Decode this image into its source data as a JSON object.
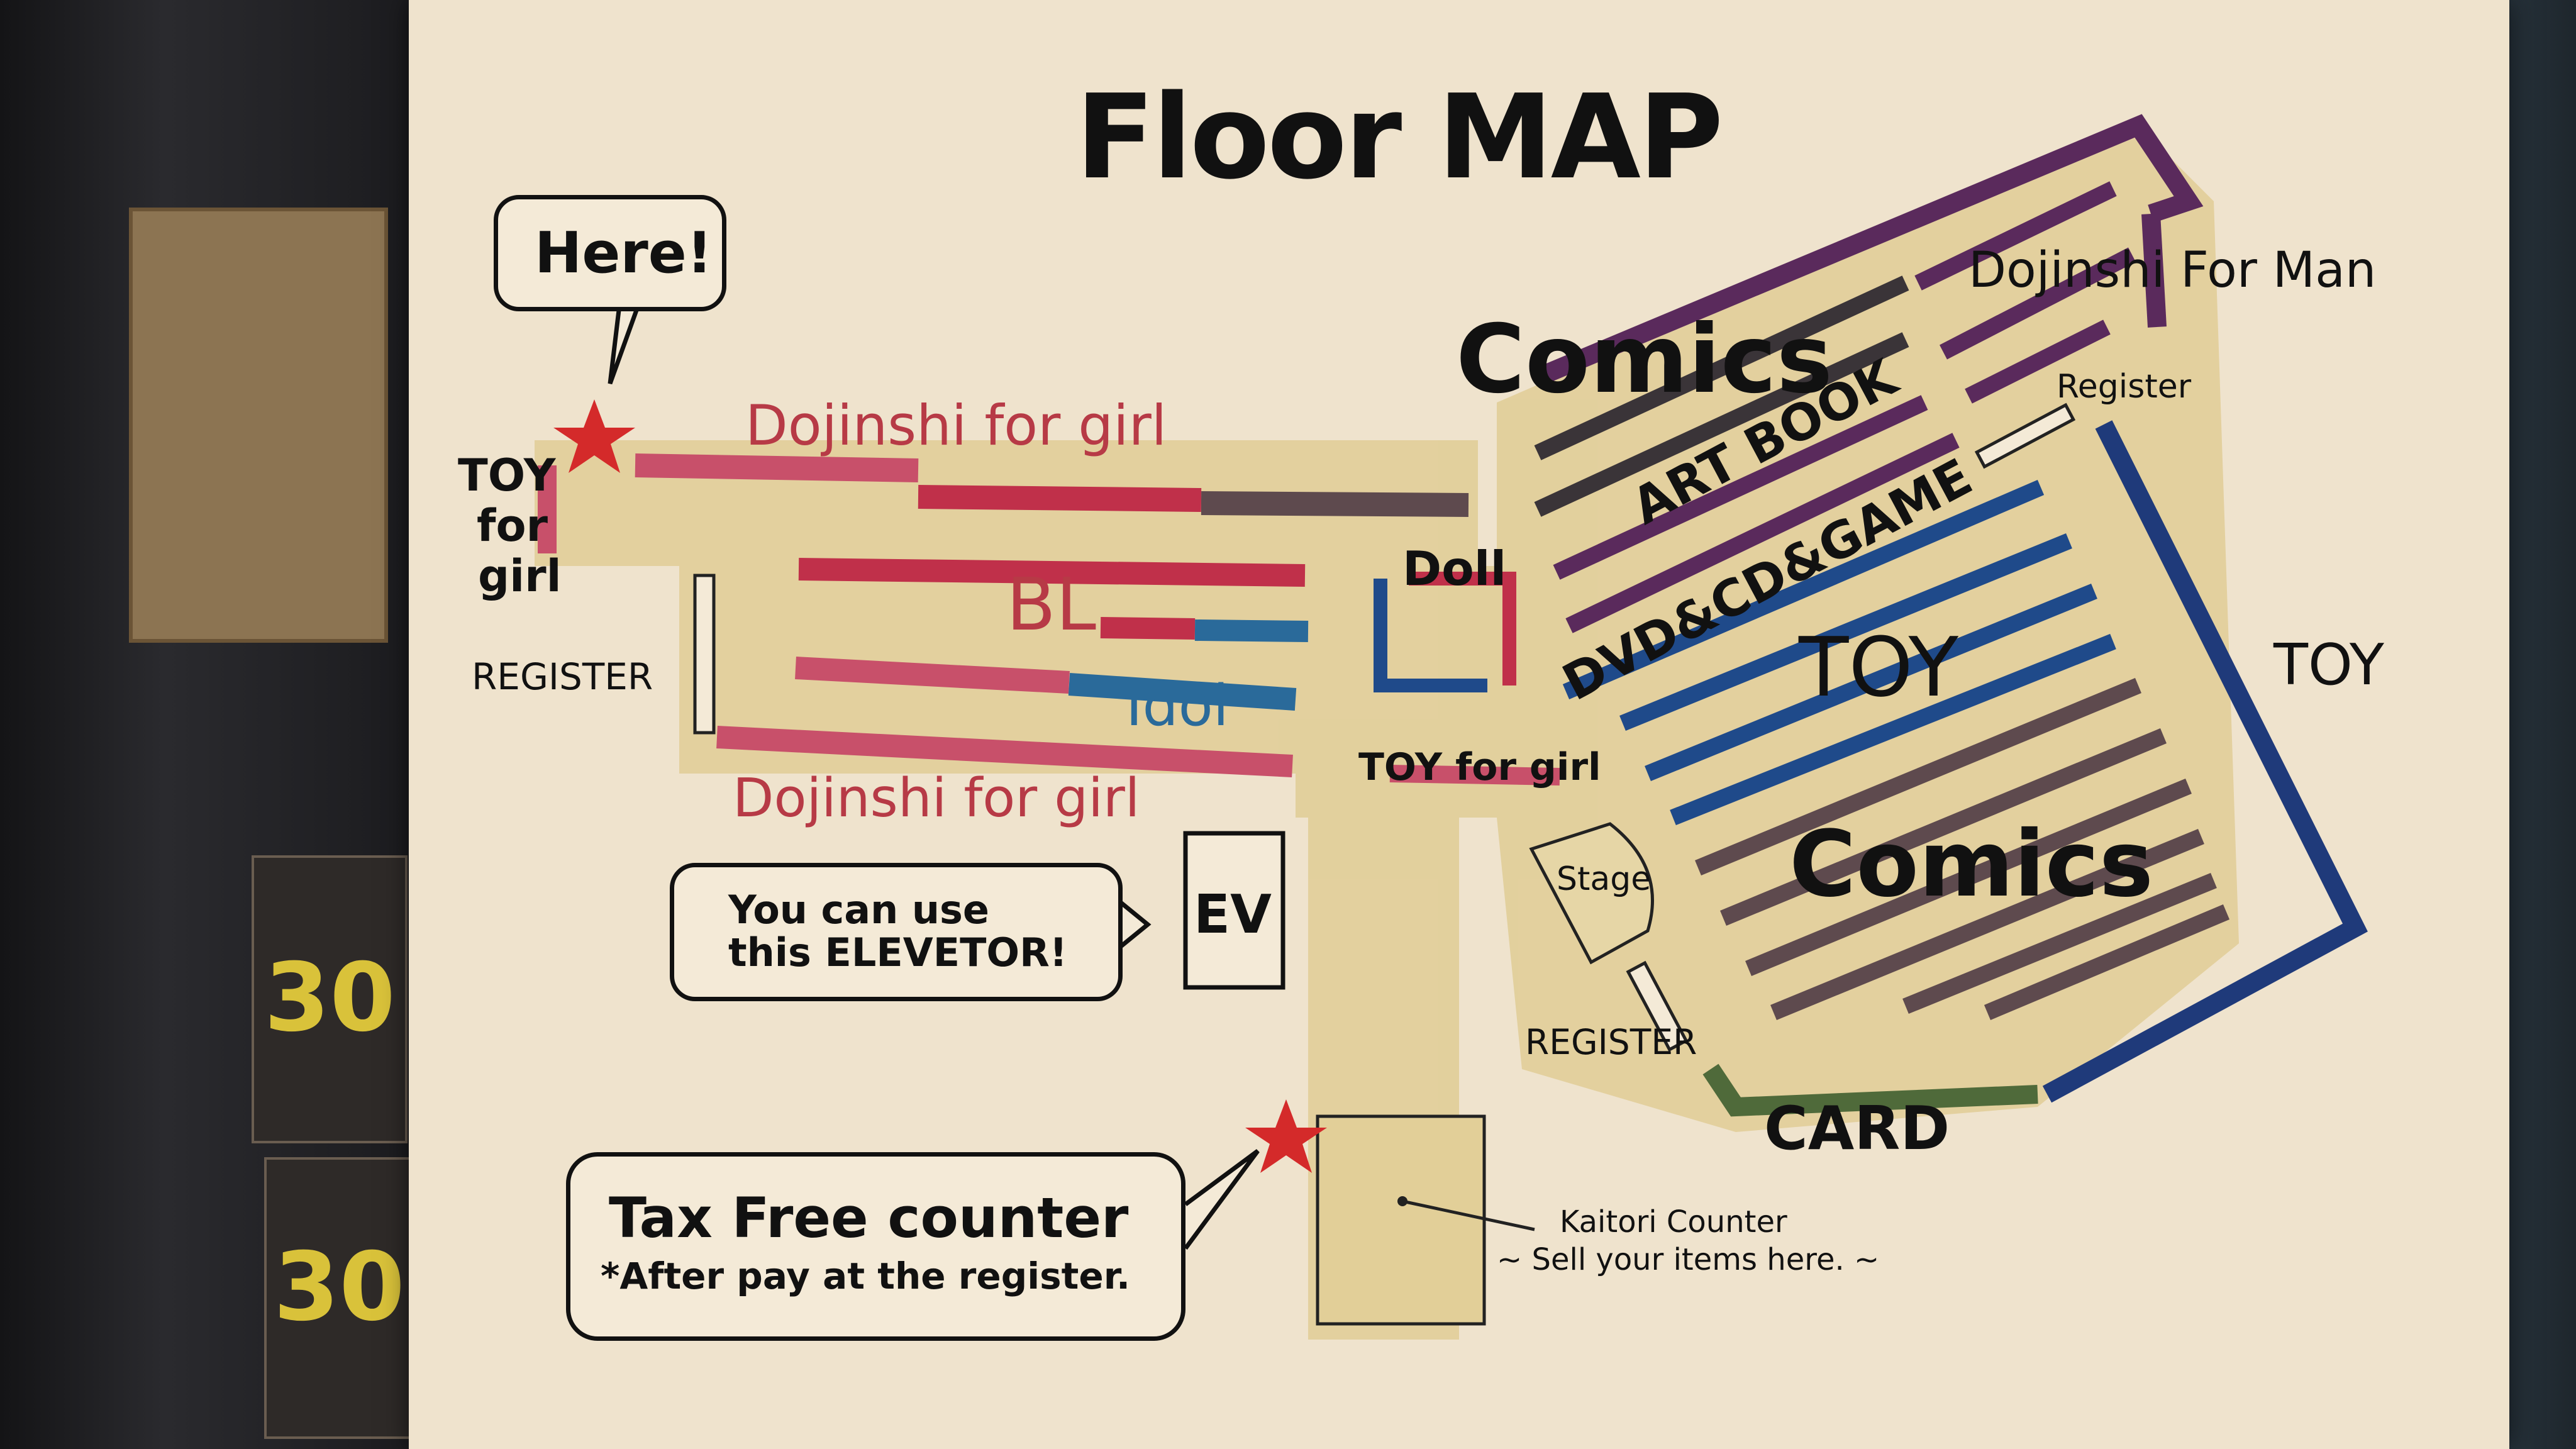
{
  "title": "Floor MAP",
  "callouts": {
    "here": "Here!",
    "elevator_line1": "You can use",
    "elevator_line2": "this ELEVETOR!",
    "tax_free_line1": "Tax Free counter",
    "tax_free_line2": "*After pay at the register."
  },
  "areas": {
    "dojinshi_girl_top": "Dojinshi for girl",
    "dojinshi_girl_bottom": "Dojinshi for girl",
    "toy_for_girl_left_1": "TOY",
    "toy_for_girl_left_2": "for",
    "toy_for_girl_left_3": "girl",
    "register_left": "REGISTER",
    "bl": "BL",
    "idol": "Idol",
    "doll": "Doll",
    "toy_for_girl_center": "TOY for girl",
    "ev": "EV",
    "stage": "Stage",
    "register_center": "REGISTER",
    "card": "CARD",
    "comics_top": "Comics",
    "comics_bottom": "Comics",
    "dojinshi_man": "Dojinshi For Man",
    "register_right": "Register",
    "art_book": "ART BOOK",
    "dvd_cd_game": "DVD&CD&GAME",
    "toy_center": "TOY",
    "toy_right": "TOY",
    "kaitori_line1": "Kaitori Counter",
    "kaitori_line2": "~ Sell your items here. ~"
  },
  "colors": {
    "poster": "#efe3cd",
    "walkway": "#e2cf98",
    "red_shelf": "#c0304a",
    "pink_shelf": "#c8506a",
    "blue_shelf": "#1f4a8a",
    "purple_shelf": "#5a2a5c",
    "dark_shelf": "#3a3438",
    "brown_shelf": "#5e4a4e",
    "green_shelf": "#4f6a3a",
    "star": "#d42a2a"
  },
  "icons": [
    "here-star-icon",
    "tax-free-star-icon",
    "speech-tail-icon"
  ]
}
